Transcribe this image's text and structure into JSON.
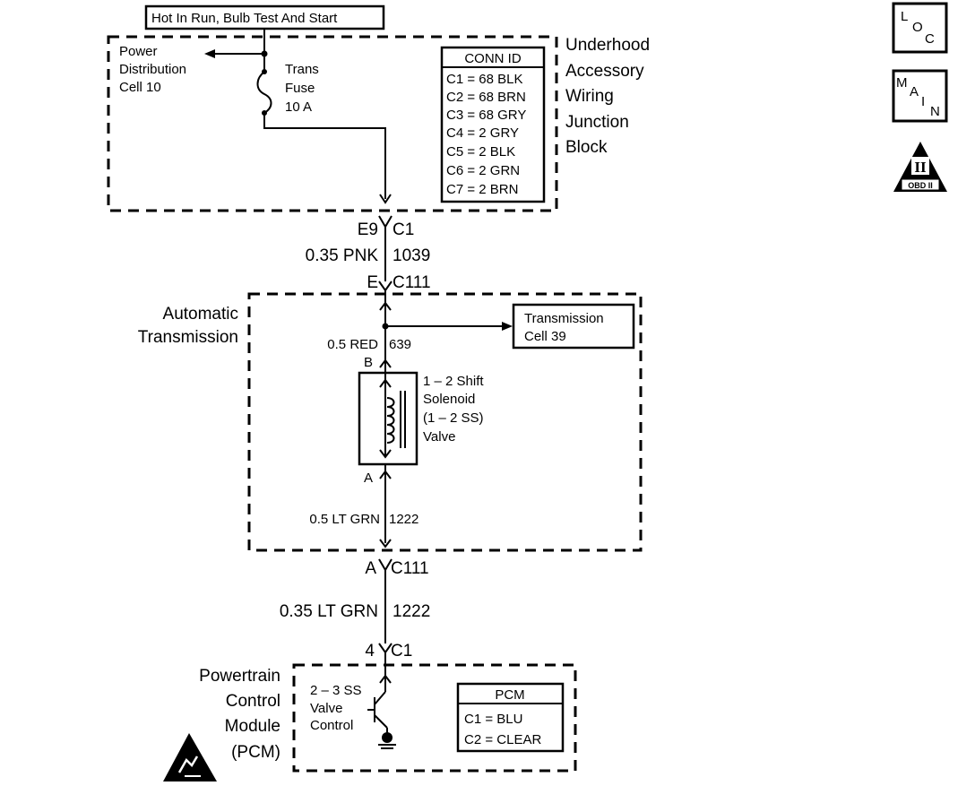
{
  "supply": {
    "label": "Hot In Run, Bulb Test And Start"
  },
  "underhood": {
    "power_dist": [
      "Power",
      "Distribution",
      "Cell 10"
    ],
    "fuse": [
      "Trans",
      "Fuse",
      "10 A"
    ],
    "block_name": [
      "Underhood",
      "Accessory",
      "Wiring",
      "Junction",
      "Block"
    ],
    "conn_table": {
      "title": "CONN ID",
      "rows": [
        "C1 = 68 BLK",
        "C2 = 68 BRN",
        "C3 = 68 GRY",
        "C4 = 2 GRY",
        "C5 = 2 BLK",
        "C6 = 2 GRN",
        "C7 = 2 BRN"
      ]
    }
  },
  "connectors": {
    "e9_pin": "E9",
    "e9_conn": "C1",
    "wire1_size": "0.35 PNK",
    "wire1_circuit": "1039",
    "e_pin": "E",
    "e_conn": "C111",
    "a_pin": "A",
    "a_conn": "C111",
    "wire3_size": "0.35 LT GRN",
    "wire3_circuit": "1222",
    "pcm_pin": "4",
    "pcm_conn": "C1"
  },
  "trans": {
    "name": [
      "Automatic",
      "Transmission"
    ],
    "splice_target": [
      "Transmission",
      "Cell 39"
    ],
    "wire2_size": "0.5 RED",
    "wire2_circuit": "639",
    "sol_pin_b": "B",
    "sol_pin_a": "A",
    "solenoid": [
      "1 – 2 Shift",
      "Solenoid",
      "(1 – 2 SS)",
      "Valve"
    ],
    "wire4_size": "0.5 LT GRN",
    "wire4_circuit": "1222"
  },
  "pcm": {
    "name": [
      "Powertrain",
      "Control",
      "Module",
      "(PCM)"
    ],
    "driver": [
      "2 – 3 SS",
      "Valve",
      "Control"
    ],
    "conn_table": {
      "title": "PCM",
      "rows": [
        "C1 = BLU",
        "C2 = CLEAR"
      ]
    }
  },
  "icons": {
    "loc": [
      "L",
      "O",
      "C"
    ],
    "main": [
      "M",
      "A",
      "I",
      "N"
    ],
    "obd": {
      "roman": "II",
      "label": "OBD II"
    }
  }
}
